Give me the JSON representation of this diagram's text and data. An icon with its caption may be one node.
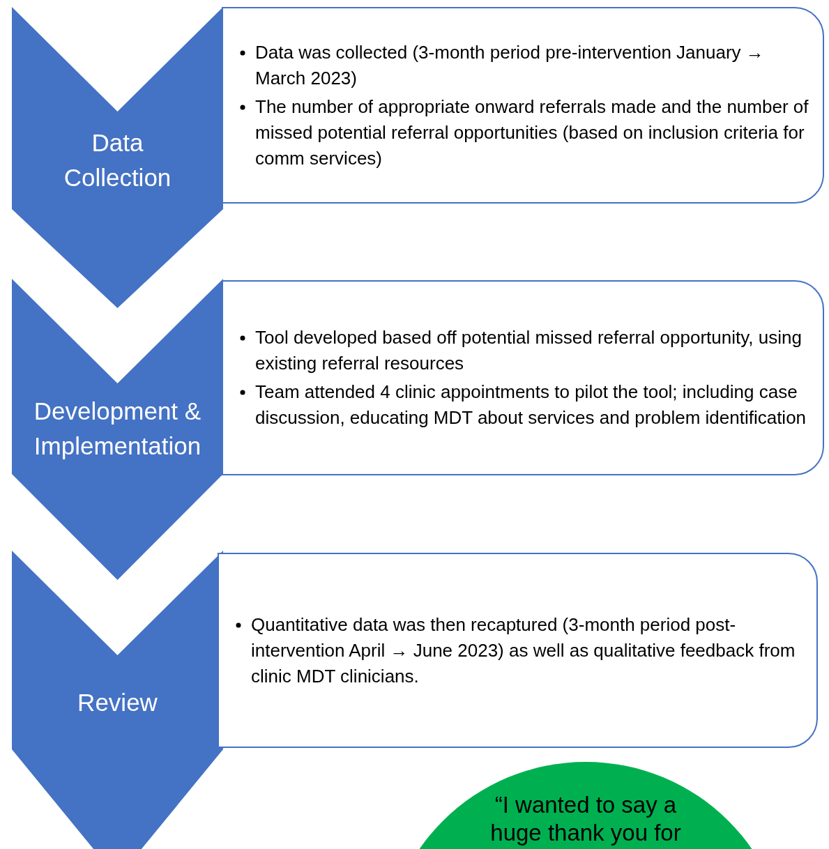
{
  "diagram": {
    "nodes": [
      {
        "text": [
          "Data Collection"
        ]
      },
      {
        "text": [
          "Data was collected (3-month period pre-intervention January → March 2023)",
          "The number of appropriate onward referrals made and the number of missed potential referral opportunities (based on inclusion criteria for comm services)"
        ]
      },
      {
        "text": [
          "Development & Implementation"
        ]
      },
      {
        "text": [
          "Tool developed based off potential missed referral opportunity, using existing referral resources",
          "Team attended 4 clinic appointments to pilot the tool; including case discussion, educating MDT about services and problem identification"
        ]
      },
      {
        "text": [
          "Review"
        ]
      },
      {
        "text": [
          "Quantitative data was then recaptured (3-month period post-intervention April → June 2023) as well as qualitative feedback from clinic MDT clinicians."
        ]
      },
      {
        "text": [
          "“I wanted to say a huge thank you for"
        ]
      }
    ]
  }
}
